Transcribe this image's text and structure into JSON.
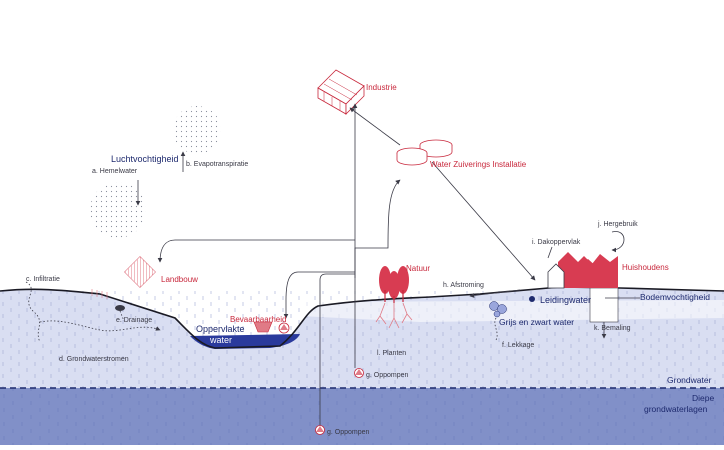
{
  "labels": {
    "industrie": "Industrie",
    "wzi": "Water Zuiverings Installatie",
    "luchtvochtigheid": "Luchtvochtigheid",
    "hemelwater": "a. Hemelwater",
    "evapotranspiratie": "b. Evapotranspiratie",
    "infiltratie": "c. Infiltratie",
    "landbouw": "Landbouw",
    "drainage": "e. Drainage",
    "bevaarbaarheid": "Bevaarbaarheid",
    "oppervlakte_1": "Oppervlakte",
    "oppervlakte_2": "water",
    "grondwaterstromen": "d. Grondwaterstromen",
    "natuur": "Natuur",
    "afstroming": "h. Afstroming",
    "planten": "l. Planten",
    "oppompen_g1": "g. Oppompen",
    "oppompen_g2": "g. Oppompen",
    "leidingwater": "Leidingwater",
    "grijs_zwart": "Grijs en zwart water",
    "lekkage": "f. Lekkage",
    "dakoppervlak": "i. Dakoppervlak",
    "hergebruik": "j. Hergebruik",
    "huishoudens": "Huishoudens",
    "bodemvochtigheid": "Bodemvochtigheid",
    "bemaling": "k. Bemaling",
    "grondwater": "Grondwater",
    "diepe_1": "Diepe",
    "diepe_2": "grondwaterlagen"
  },
  "colors": {
    "accent_red": "#c8283c",
    "navy": "#1e2a6e",
    "soil": "#d6dcf0",
    "deep": "#8190c8",
    "surface_water": "#2a3a9c"
  }
}
